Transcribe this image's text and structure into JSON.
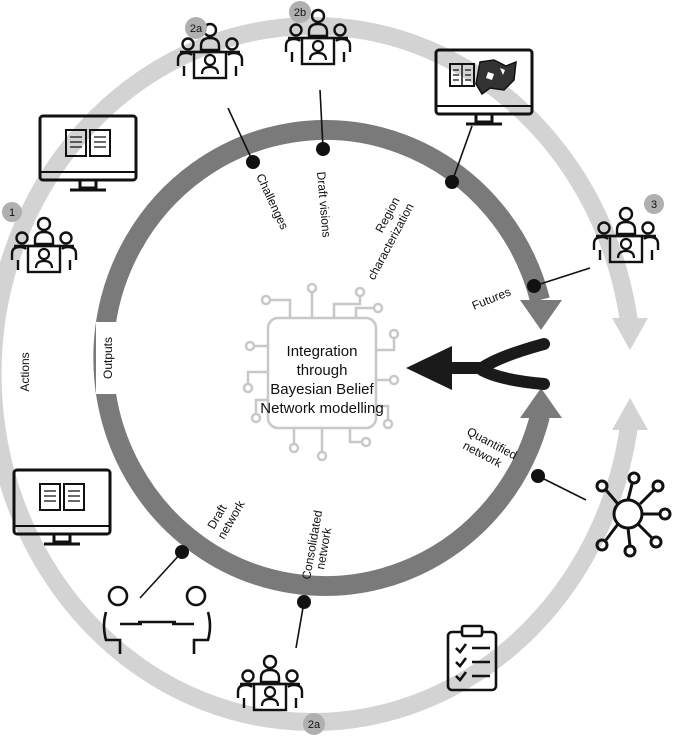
{
  "center": {
    "lines": [
      "Integration",
      "through",
      "Bayesian Belief",
      "Network modelling"
    ]
  },
  "badges": {
    "b1": "1",
    "b2a_top": "2a",
    "b2b": "2b",
    "b3": "3",
    "b2a_bottom": "2a"
  },
  "labels": {
    "actions": "Actions",
    "outputs": "Outputs",
    "challenges": "Challenges",
    "draft_visions": "Draft visions",
    "region_char_1": "Region",
    "region_char_2": "characterization",
    "futures": "Futures",
    "quantified_1": "Quantified",
    "quantified_2": "network",
    "consolidated_1": "Consolidated",
    "consolidated_2": "network",
    "draft_network_1": "Draft",
    "draft_network_2": "network"
  },
  "icons": {
    "people_group": "meeting-people-icon",
    "monitor_map": "monitor-map-icon",
    "monitor_book": "monitor-book-icon",
    "network_graph": "network-graph-icon",
    "checklist": "checklist-icon",
    "two_people_table": "interview-icon",
    "circuit_brain": "circuit-icon"
  },
  "colors": {
    "outer_ring": "#d3d3d3",
    "inner_ring": "#7a7a7a",
    "circuit": "#c8c8c8",
    "arrow": "#1a1a1a"
  }
}
